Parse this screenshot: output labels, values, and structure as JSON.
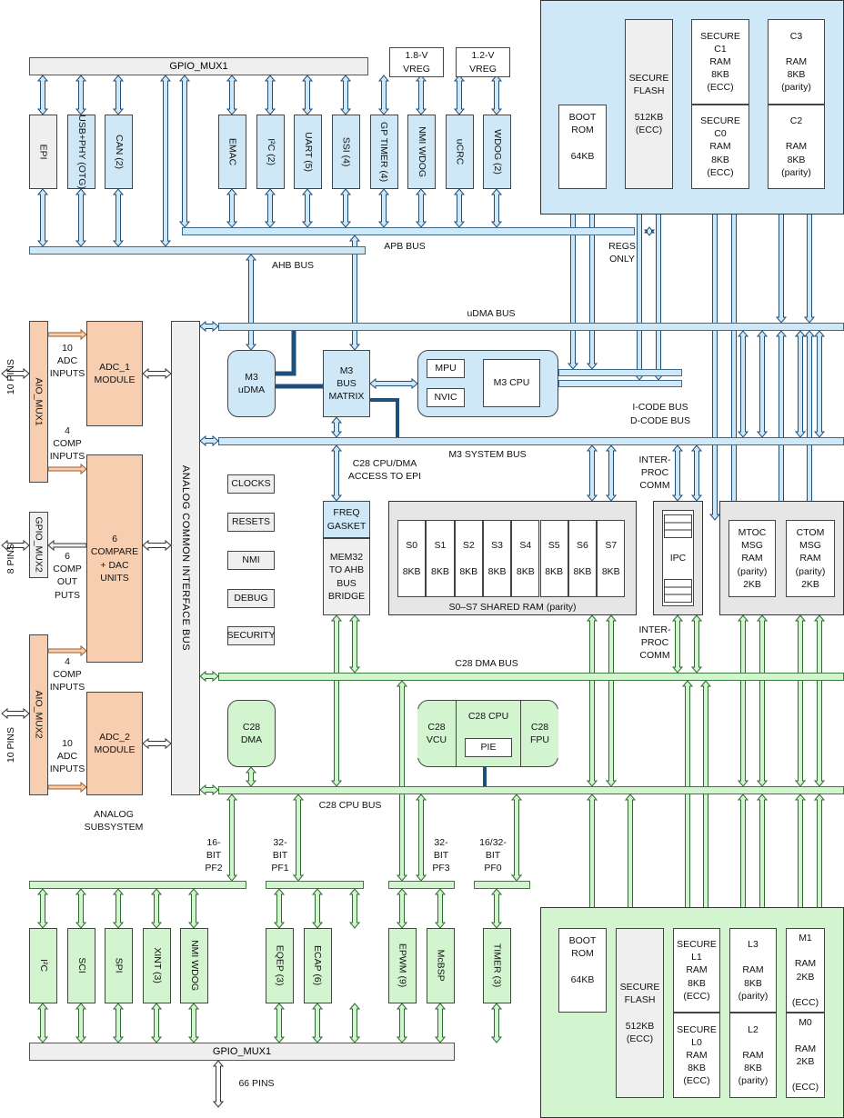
{
  "blocks": {
    "gpio_mux1_top": "GPIO_MUX1",
    "gpio_mux1_bottom": "GPIO_MUX1",
    "vreg18": "1.8-V\nVREG",
    "vreg12": "1.2-V\nVREG",
    "epi": "EPI",
    "usb": "USB+PHY (OTG)",
    "can": "CAN (2)",
    "emac": "EMAC",
    "i2c_top": "I²C (2)",
    "uart": "UART (5)",
    "ssi": "SSI (4)",
    "gptimer": "GP TIMER (4)",
    "nmiwdog_top": "NMI WDOG",
    "ucrc": "uCRC",
    "wdog": "WDOG (2)",
    "boot_rom_m3": "BOOT\nROM\n\n64KB",
    "secure_flash_m3": "SECURE\nFLASH\n\n512KB\n(ECC)",
    "secure_c1": "SECURE\nC1\nRAM\n8KB\n(ECC)",
    "secure_c0": "SECURE\nC0\nRAM\n8KB\n(ECC)",
    "c3": "C3\n\nRAM\n8KB\n(parity)",
    "c2": "C2\n\nRAM\n8KB\n(parity)",
    "aio_mux1": "AIO_MUX1",
    "gpio_mux2": "GPIO_MUX2",
    "aio_mux2": "AIO_MUX2",
    "adc1": "ADC_1\nMODULE",
    "compare_dac": "6\nCOMPARE\n+ DAC\nUNITS",
    "adc2": "ADC_2\nMODULE",
    "analog_bus": "ANALOG  COMMON  INTERFACE BUS",
    "m3_udma": "M3\nuDMA",
    "m3_bus_matrix": "M3\nBUS\nMATRIX",
    "mpu": "MPU",
    "nvic": "NVIC",
    "m3_cpu": "M3  CPU",
    "clocks": "CLOCKS",
    "resets": "RESETS",
    "nmi": "NMI",
    "debug": "DEBUG",
    "security": "SECURITY",
    "freq_gasket": "FREQ\nGASKET",
    "mem32": "MEM32\nTO AHB\nBUS\nBRIDGE",
    "shared_ram": [
      {
        "name": "S0",
        "size": "8KB"
      },
      {
        "name": "S1",
        "size": "8KB"
      },
      {
        "name": "S2",
        "size": "8KB"
      },
      {
        "name": "S3",
        "size": "8KB"
      },
      {
        "name": "S4",
        "size": "8KB"
      },
      {
        "name": "S5",
        "size": "8KB"
      },
      {
        "name": "S6",
        "size": "8KB"
      },
      {
        "name": "S7",
        "size": "8KB"
      }
    ],
    "shared_ram_label": "S0–S7 SHARED RAM (parity)",
    "ipc": "IPC",
    "mtoc": "MTOC\nMSG\nRAM\n(parity)\n2KB",
    "ctom": "CTOM\nMSG\nRAM\n(parity)\n2KB",
    "c28_dma": "C28\nDMA",
    "c28_vcu": "C28\nVCU",
    "c28_cpu": "C28  CPU",
    "pie": "PIE",
    "c28_fpu": "C28\nFPU",
    "i2c_bottom": "I²C",
    "sci": "SCI",
    "spi": "SPI",
    "xint": "XINT (3)",
    "nmiwdog_bottom": "NMI WDOG",
    "eqep": "EQEP (3)",
    "ecap": "ECAP (6)",
    "epwm": "EPWM (9)",
    "mcbsp": "McBSP",
    "timer": "TIMER (3)",
    "boot_rom_c28": "BOOT\nROM\n\n64KB",
    "secure_flash_c28": "SECURE\nFLASH\n\n512KB\n(ECC)",
    "secure_l1": "SECURE\nL1\nRAM\n8KB\n(ECC)",
    "secure_l0": "SECURE\nL0\nRAM\n8KB\n(ECC)",
    "l3": "L3\n\nRAM\n8KB\n(parity)",
    "l2": "L2\n\nRAM\n8KB\n(parity)",
    "m1": "M1\n\nRAM\n2KB\n\n(ECC)",
    "m0": "M0\n\nRAM\n2KB\n\n(ECC)"
  },
  "labels": {
    "apb_bus": "APB  BUS",
    "ahb_bus": "AHB BUS",
    "regs_only": "REGS\nONLY",
    "udma_bus": "uDMA BUS",
    "icode_bus": "I-CODE BUS",
    "dcode_bus": "D-CODE BUS",
    "m3_system_bus": "M3 SYSTEM BUS",
    "c28_access_epi": "C28 CPU/DMA\nACCESS TO EPI",
    "interproc_top": "INTER-\nPROC\nCOMM",
    "interproc_bottom": "INTER-\nPROC\nCOMM",
    "c28_dma_bus": "C28 DMA BUS",
    "c28_cpu_bus": "C28  CPU BUS",
    "pins_10_top": "10 PINS",
    "pins_8": "8 PINS",
    "pins_10_bottom": "10 PINS",
    "adc_inputs_top": "10\nADC\nINPUTS",
    "comp_inputs_top": "4\nCOMP\nINPUTS",
    "comp_outputs": "6\nCOMP\nOUT\nPUTS",
    "comp_inputs_bottom": "4\nCOMP\nINPUTS",
    "adc_inputs_bottom": "10\nADC\nINPUTS",
    "analog_subsystem": "ANALOG\nSUBSYSTEM",
    "pf2": "16-\nBIT\nPF2",
    "pf1": "32-\nBIT\nPF1",
    "pf3": "32-\nBIT\nPF3",
    "pf0": "16/32-\nBIT\nPF0",
    "pins_66": "66 PINS"
  }
}
